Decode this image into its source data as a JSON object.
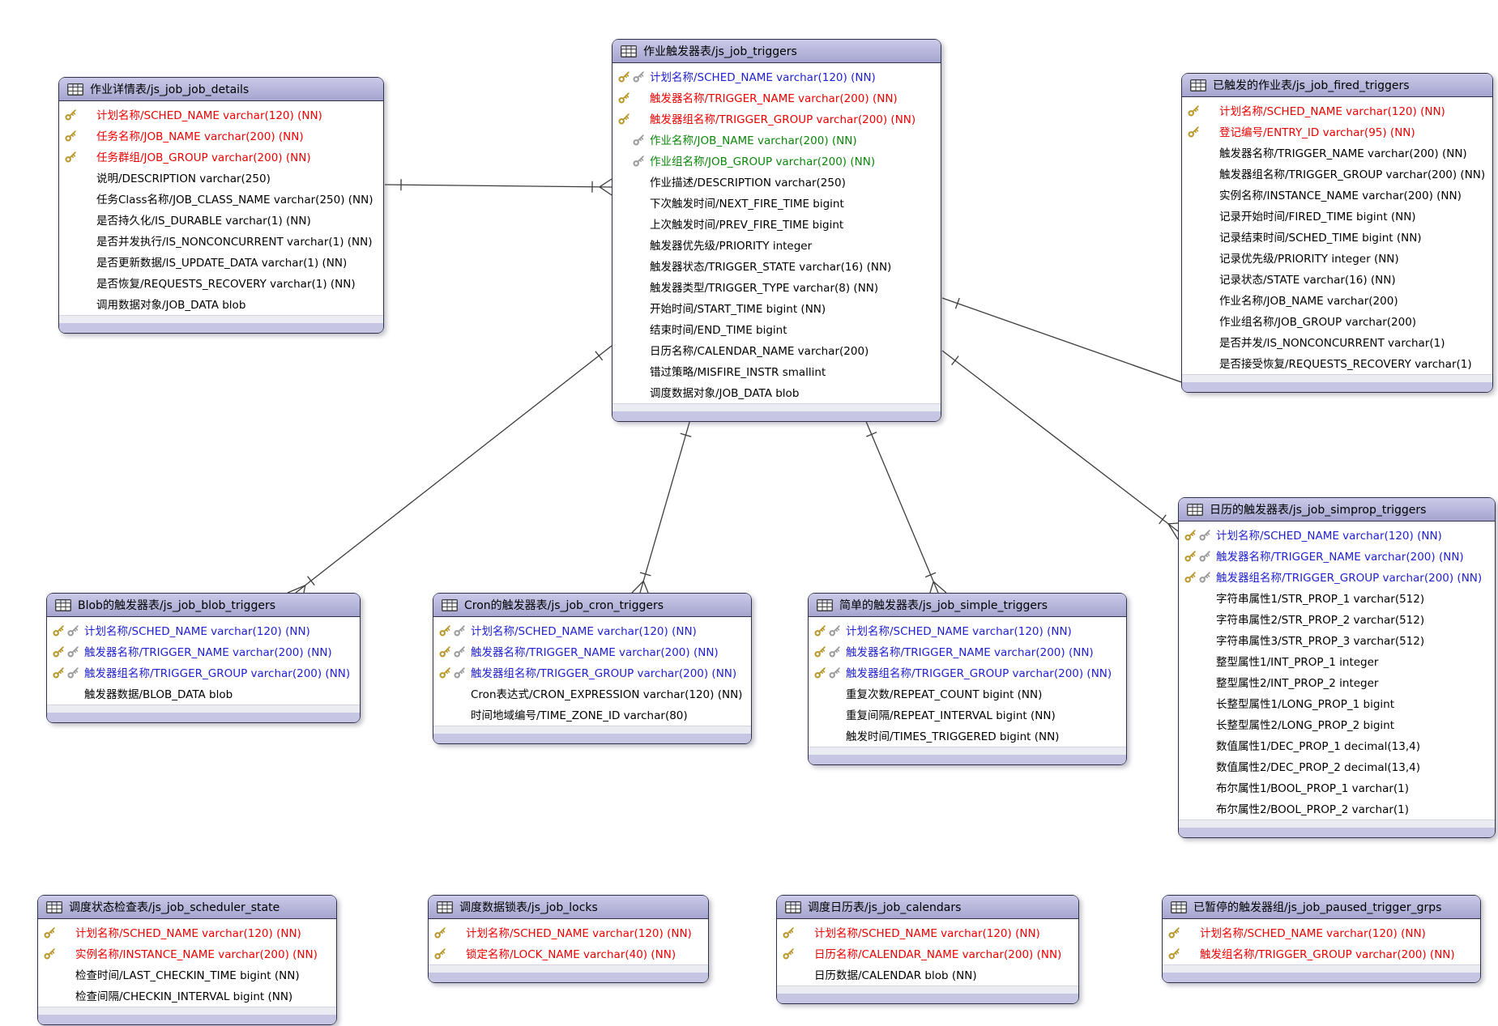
{
  "diagram": {
    "palette": {
      "pk": "#ee0000",
      "pk_fk": "#2121d1",
      "fk": "#0a870a",
      "col": "#000000",
      "header_bg": "#b2b1d8",
      "line": "#3c3c3c",
      "gold_key": "#b89627",
      "silver_key": "#9a9a9a"
    },
    "tables": [
      {
        "id": "js_job_job_details",
        "title": "作业详情表/js_job_job_details",
        "columns": [
          {
            "text": "计划名称/SCHED_NAME varchar(120) (NN)",
            "keys": [
              "gold"
            ],
            "style": "pk"
          },
          {
            "text": "任务名称/JOB_NAME varchar(200) (NN)",
            "keys": [
              "gold"
            ],
            "style": "pk"
          },
          {
            "text": "任务群组/JOB_GROUP varchar(200) (NN)",
            "keys": [
              "gold"
            ],
            "style": "pk"
          },
          {
            "text": "说明/DESCRIPTION varchar(250)",
            "keys": [],
            "style": "col"
          },
          {
            "text": "任务Class名称/JOB_CLASS_NAME varchar(250) (NN)",
            "keys": [],
            "style": "col"
          },
          {
            "text": "是否持久化/IS_DURABLE varchar(1) (NN)",
            "keys": [],
            "style": "col"
          },
          {
            "text": "是否并发执行/IS_NONCONCURRENT varchar(1) (NN)",
            "keys": [],
            "style": "col"
          },
          {
            "text": "是否更新数据/IS_UPDATE_DATA varchar(1) (NN)",
            "keys": [],
            "style": "col"
          },
          {
            "text": "是否恢复/REQUESTS_RECOVERY varchar(1) (NN)",
            "keys": [],
            "style": "col"
          },
          {
            "text": "调用数据对象/JOB_DATA blob",
            "keys": [],
            "style": "col"
          }
        ]
      },
      {
        "id": "js_job_triggers",
        "title": "作业触发器表/js_job_triggers",
        "columns": [
          {
            "text": "计划名称/SCHED_NAME varchar(120) (NN)",
            "keys": [
              "gold",
              "silver"
            ],
            "style": "pk_fk"
          },
          {
            "text": "触发器名称/TRIGGER_NAME varchar(200) (NN)",
            "keys": [
              "gold"
            ],
            "style": "pk"
          },
          {
            "text": "触发器组名称/TRIGGER_GROUP varchar(200) (NN)",
            "keys": [
              "gold"
            ],
            "style": "pk"
          },
          {
            "text": "作业名称/JOB_NAME varchar(200) (NN)",
            "keys": [
              "silver"
            ],
            "style": "fk"
          },
          {
            "text": "作业组名称/JOB_GROUP varchar(200) (NN)",
            "keys": [
              "silver"
            ],
            "style": "fk"
          },
          {
            "text": "作业描述/DESCRIPTION varchar(250)",
            "keys": [],
            "style": "col"
          },
          {
            "text": "下次触发时间/NEXT_FIRE_TIME bigint",
            "keys": [],
            "style": "col"
          },
          {
            "text": "上次触发时间/PREV_FIRE_TIME bigint",
            "keys": [],
            "style": "col"
          },
          {
            "text": "触发器优先级/PRIORITY integer",
            "keys": [],
            "style": "col"
          },
          {
            "text": "触发器状态/TRIGGER_STATE varchar(16) (NN)",
            "keys": [],
            "style": "col"
          },
          {
            "text": "触发器类型/TRIGGER_TYPE varchar(8) (NN)",
            "keys": [],
            "style": "col"
          },
          {
            "text": "开始时间/START_TIME bigint (NN)",
            "keys": [],
            "style": "col"
          },
          {
            "text": "结束时间/END_TIME bigint",
            "keys": [],
            "style": "col"
          },
          {
            "text": "日历名称/CALENDAR_NAME varchar(200)",
            "keys": [],
            "style": "col"
          },
          {
            "text": "错过策略/MISFIRE_INSTR smallint",
            "keys": [],
            "style": "col"
          },
          {
            "text": "调度数据对象/JOB_DATA blob",
            "keys": [],
            "style": "col"
          }
        ]
      },
      {
        "id": "js_job_fired_triggers",
        "title": "已触发的作业表/js_job_fired_triggers",
        "columns": [
          {
            "text": "计划名称/SCHED_NAME varchar(120) (NN)",
            "keys": [
              "gold"
            ],
            "style": "pk"
          },
          {
            "text": "登记编号/ENTRY_ID varchar(95) (NN)",
            "keys": [
              "gold"
            ],
            "style": "pk"
          },
          {
            "text": "触发器名称/TRIGGER_NAME varchar(200) (NN)",
            "keys": [],
            "style": "col"
          },
          {
            "text": "触发器组名称/TRIGGER_GROUP varchar(200) (NN)",
            "keys": [],
            "style": "col"
          },
          {
            "text": "实例名称/INSTANCE_NAME varchar(200) (NN)",
            "keys": [],
            "style": "col"
          },
          {
            "text": "记录开始时间/FIRED_TIME bigint (NN)",
            "keys": [],
            "style": "col"
          },
          {
            "text": "记录结束时间/SCHED_TIME bigint (NN)",
            "keys": [],
            "style": "col"
          },
          {
            "text": "记录优先级/PRIORITY integer (NN)",
            "keys": [],
            "style": "col"
          },
          {
            "text": "记录状态/STATE varchar(16) (NN)",
            "keys": [],
            "style": "col"
          },
          {
            "text": "作业名称/JOB_NAME varchar(200)",
            "keys": [],
            "style": "col"
          },
          {
            "text": "作业组名称/JOB_GROUP varchar(200)",
            "keys": [],
            "style": "col"
          },
          {
            "text": "是否并发/IS_NONCONCURRENT varchar(1)",
            "keys": [],
            "style": "col"
          },
          {
            "text": "是否接受恢复/REQUESTS_RECOVERY varchar(1)",
            "keys": [],
            "style": "col"
          }
        ]
      },
      {
        "id": "js_job_blob_triggers",
        "title": "Blob的触发器表/js_job_blob_triggers",
        "columns": [
          {
            "text": "计划名称/SCHED_NAME varchar(120) (NN)",
            "keys": [
              "gold",
              "silver"
            ],
            "style": "pk_fk"
          },
          {
            "text": "触发器名称/TRIGGER_NAME varchar(200) (NN)",
            "keys": [
              "gold",
              "silver"
            ],
            "style": "pk_fk"
          },
          {
            "text": "触发器组名称/TRIGGER_GROUP varchar(200) (NN)",
            "keys": [
              "gold",
              "silver"
            ],
            "style": "pk_fk"
          },
          {
            "text": "触发器数据/BLOB_DATA blob",
            "keys": [],
            "style": "col"
          }
        ]
      },
      {
        "id": "js_job_cron_triggers",
        "title": "Cron的触发器表/js_job_cron_triggers",
        "columns": [
          {
            "text": "计划名称/SCHED_NAME varchar(120) (NN)",
            "keys": [
              "gold",
              "silver"
            ],
            "style": "pk_fk"
          },
          {
            "text": "触发器名称/TRIGGER_NAME varchar(200) (NN)",
            "keys": [
              "gold",
              "silver"
            ],
            "style": "pk_fk"
          },
          {
            "text": "触发器组名称/TRIGGER_GROUP varchar(200) (NN)",
            "keys": [
              "gold",
              "silver"
            ],
            "style": "pk_fk"
          },
          {
            "text": "Cron表达式/CRON_EXPRESSION varchar(120) (NN)",
            "keys": [],
            "style": "col"
          },
          {
            "text": "时间地域编号/TIME_ZONE_ID varchar(80)",
            "keys": [],
            "style": "col"
          }
        ]
      },
      {
        "id": "js_job_simple_triggers",
        "title": "简单的触发器表/js_job_simple_triggers",
        "columns": [
          {
            "text": "计划名称/SCHED_NAME varchar(120) (NN)",
            "keys": [
              "gold",
              "silver"
            ],
            "style": "pk_fk"
          },
          {
            "text": "触发器名称/TRIGGER_NAME varchar(200) (NN)",
            "keys": [
              "gold",
              "silver"
            ],
            "style": "pk_fk"
          },
          {
            "text": "触发器组名称/TRIGGER_GROUP varchar(200) (NN)",
            "keys": [
              "gold",
              "silver"
            ],
            "style": "pk_fk"
          },
          {
            "text": "重复次数/REPEAT_COUNT bigint (NN)",
            "keys": [],
            "style": "col"
          },
          {
            "text": "重复间隔/REPEAT_INTERVAL bigint (NN)",
            "keys": [],
            "style": "col"
          },
          {
            "text": "触发时间/TIMES_TRIGGERED bigint (NN)",
            "keys": [],
            "style": "col"
          }
        ]
      },
      {
        "id": "js_job_simprop_triggers",
        "title": "日历的触发器表/js_job_simprop_triggers",
        "columns": [
          {
            "text": "计划名称/SCHED_NAME varchar(120) (NN)",
            "keys": [
              "gold",
              "silver"
            ],
            "style": "pk_fk"
          },
          {
            "text": "触发器名称/TRIGGER_NAME varchar(200) (NN)",
            "keys": [
              "gold",
              "silver"
            ],
            "style": "pk_fk"
          },
          {
            "text": "触发器组名称/TRIGGER_GROUP varchar(200) (NN)",
            "keys": [
              "gold",
              "silver"
            ],
            "style": "pk_fk"
          },
          {
            "text": "字符串属性1/STR_PROP_1 varchar(512)",
            "keys": [],
            "style": "col"
          },
          {
            "text": "字符串属性2/STR_PROP_2 varchar(512)",
            "keys": [],
            "style": "col"
          },
          {
            "text": "字符串属性3/STR_PROP_3 varchar(512)",
            "keys": [],
            "style": "col"
          },
          {
            "text": "整型属性1/INT_PROP_1 integer",
            "keys": [],
            "style": "col"
          },
          {
            "text": "整型属性2/INT_PROP_2 integer",
            "keys": [],
            "style": "col"
          },
          {
            "text": "长整型属性1/LONG_PROP_1 bigint",
            "keys": [],
            "style": "col"
          },
          {
            "text": "长整型属性2/LONG_PROP_2 bigint",
            "keys": [],
            "style": "col"
          },
          {
            "text": "数值属性1/DEC_PROP_1 decimal(13,4)",
            "keys": [],
            "style": "col"
          },
          {
            "text": "数值属性2/DEC_PROP_2 decimal(13,4)",
            "keys": [],
            "style": "col"
          },
          {
            "text": "布尔属性1/BOOL_PROP_1 varchar(1)",
            "keys": [],
            "style": "col"
          },
          {
            "text": "布尔属性2/BOOL_PROP_2 varchar(1)",
            "keys": [],
            "style": "col"
          }
        ]
      },
      {
        "id": "js_job_scheduler_state",
        "title": "调度状态检查表/js_job_scheduler_state",
        "columns": [
          {
            "text": "计划名称/SCHED_NAME varchar(120) (NN)",
            "keys": [
              "gold"
            ],
            "style": "pk"
          },
          {
            "text": "实例名称/INSTANCE_NAME varchar(200) (NN)",
            "keys": [
              "gold"
            ],
            "style": "pk"
          },
          {
            "text": "检查时间/LAST_CHECKIN_TIME bigint (NN)",
            "keys": [],
            "style": "col"
          },
          {
            "text": "检查间隔/CHECKIN_INTERVAL bigint (NN)",
            "keys": [],
            "style": "col"
          }
        ]
      },
      {
        "id": "js_job_locks",
        "title": "调度数据锁表/js_job_locks",
        "columns": [
          {
            "text": "计划名称/SCHED_NAME varchar(120) (NN)",
            "keys": [
              "gold"
            ],
            "style": "pk"
          },
          {
            "text": "锁定名称/LOCK_NAME varchar(40) (NN)",
            "keys": [
              "gold"
            ],
            "style": "pk"
          }
        ]
      },
      {
        "id": "js_job_calendars",
        "title": "调度日历表/js_job_calendars",
        "columns": [
          {
            "text": "计划名称/SCHED_NAME varchar(120) (NN)",
            "keys": [
              "gold"
            ],
            "style": "pk"
          },
          {
            "text": "日历名称/CALENDAR_NAME varchar(200) (NN)",
            "keys": [
              "gold"
            ],
            "style": "pk"
          },
          {
            "text": "日历数据/CALENDAR blob (NN)",
            "keys": [],
            "style": "col"
          }
        ]
      },
      {
        "id": "js_job_paused_trigger_grps",
        "title": "已暂停的触发器组/js_job_paused_trigger_grps",
        "columns": [
          {
            "text": "计划名称/SCHED_NAME varchar(120) (NN)",
            "keys": [
              "gold"
            ],
            "style": "pk"
          },
          {
            "text": "触发组名称/TRIGGER_GROUP varchar(200) (NN)",
            "keys": [
              "gold"
            ],
            "style": "pk"
          }
        ]
      }
    ],
    "relationships": [
      {
        "from": "js_job_job_details",
        "to": "js_job_triggers"
      },
      {
        "from": "js_job_triggers",
        "to": "js_job_blob_triggers"
      },
      {
        "from": "js_job_triggers",
        "to": "js_job_cron_triggers"
      },
      {
        "from": "js_job_triggers",
        "to": "js_job_simple_triggers"
      },
      {
        "from": "js_job_triggers",
        "to": "js_job_simprop_triggers"
      },
      {
        "from": "js_job_triggers",
        "to": "js_job_fired_triggers"
      }
    ]
  }
}
